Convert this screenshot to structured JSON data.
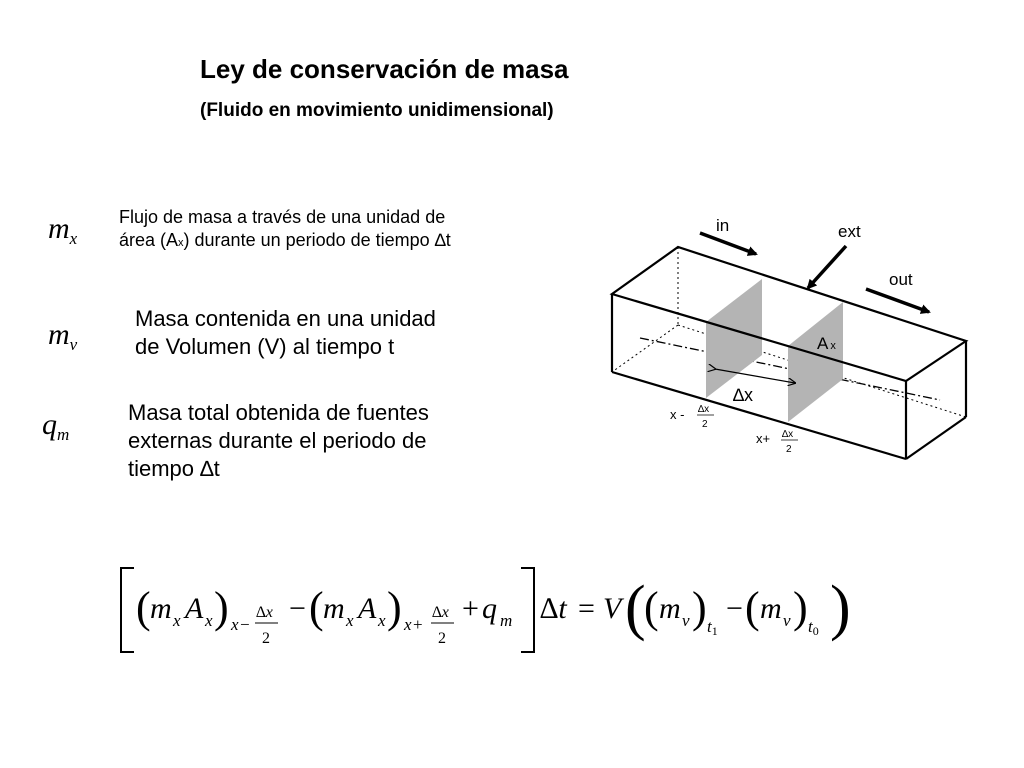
{
  "title": "Ley de conservación de masa",
  "subtitle": "(Fluido en movimiento unidimensional)",
  "definitions": [
    {
      "symbol": "m",
      "sub": "x",
      "lines": [
        "Flujo de masa a través de una unidad de",
        "área (A",
        "x",
        ") durante un periodo de tiempo ∆t"
      ]
    },
    {
      "symbol": "m",
      "sub": "v",
      "lines": [
        "Masa contenida en una unidad",
        "de Volumen (V) al tiempo t"
      ]
    },
    {
      "symbol": "q",
      "sub": "m",
      "lines": [
        "Masa total obtenida de fuentes",
        "externas durante el periodo de",
        "tiempo ∆t"
      ]
    }
  ],
  "figure": {
    "in_label": "in",
    "ext_label": "ext",
    "out_label": "out",
    "area_label": "A",
    "area_sub": "x",
    "delta_label": "∆x",
    "left_pos": "x -",
    "right_pos": "x+",
    "frac_num": "∆x",
    "frac_den": "2"
  },
  "equation": {
    "m": "m",
    "A": "A",
    "x": "x",
    "q": "q",
    "sub_m": "m",
    "minus": "−",
    "plus": "+",
    "eq": "=",
    "V": "V",
    "v": "v",
    "dt": "∆t",
    "dx": "∆x",
    "two": "2",
    "t1": "t",
    "t1_sub": "1",
    "t0": "t",
    "t0_sub": "0"
  }
}
